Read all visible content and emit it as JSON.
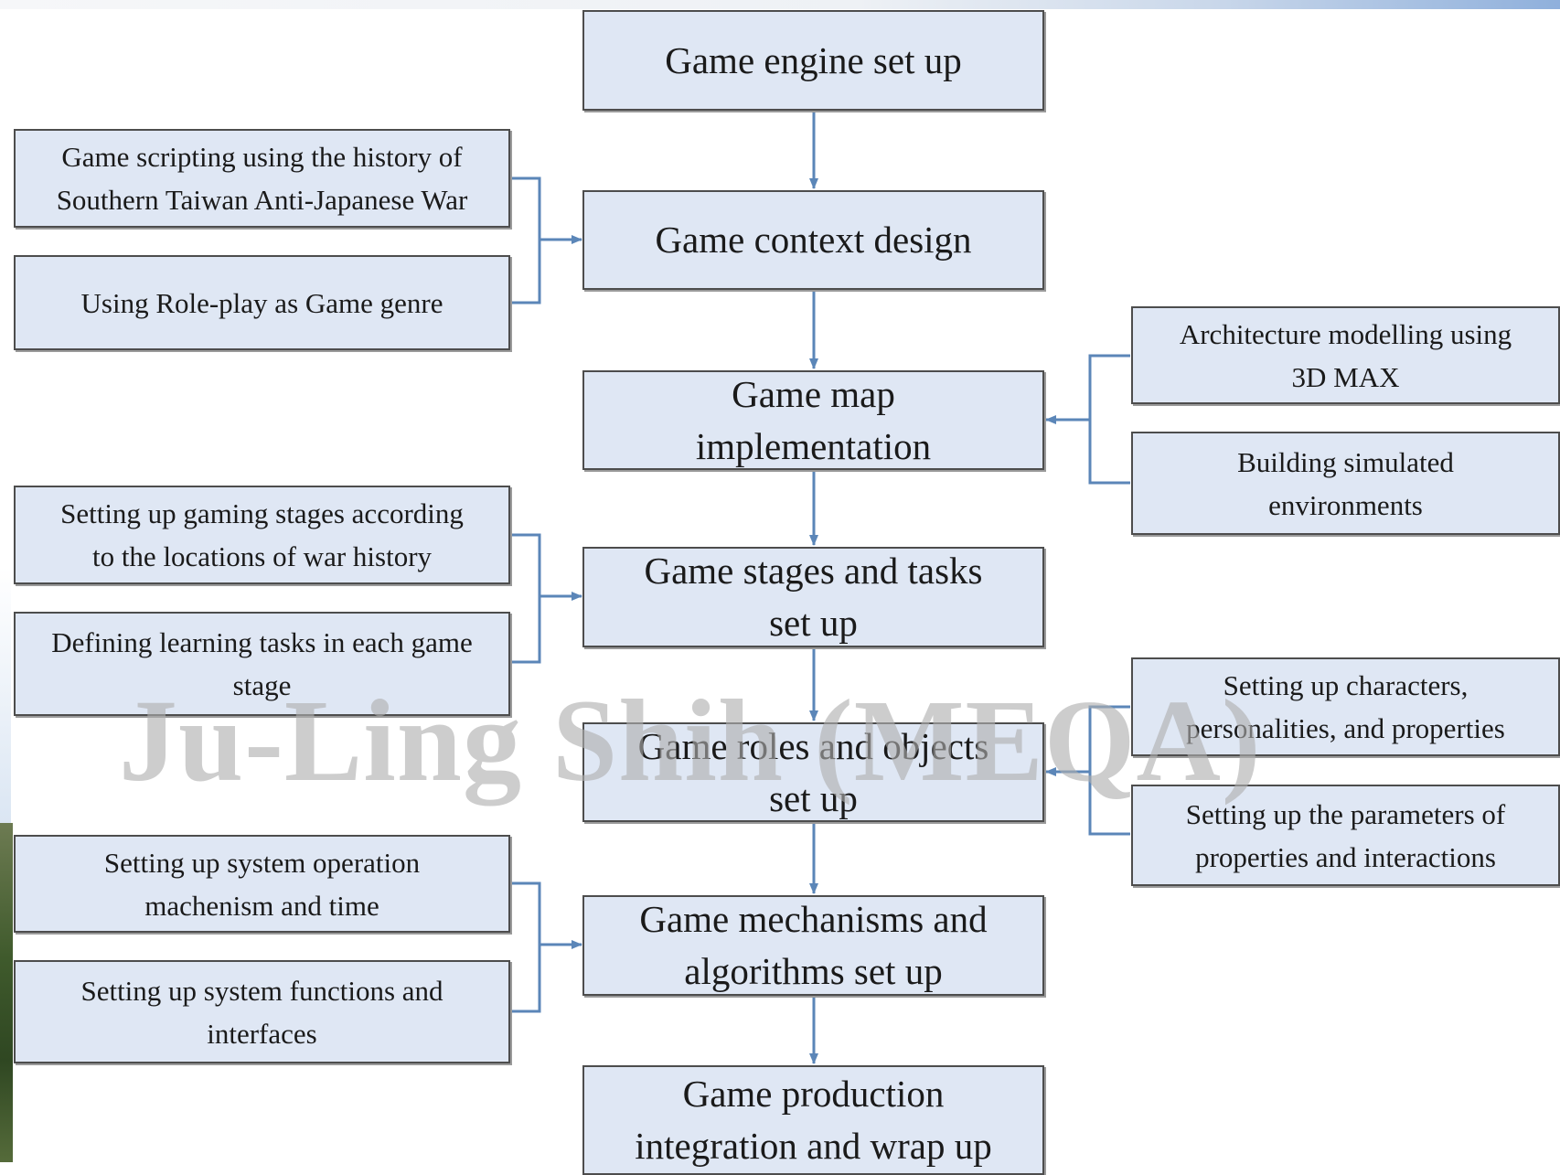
{
  "diagram": {
    "main_steps": [
      "Game engine set up",
      "Game context design",
      "Game map\nimplementation",
      "Game stages and tasks\nset up",
      "Game roles and objects\nset up",
      "Game mechanisms and\nalgorithms set up",
      "Game production\nintegration and wrap up"
    ],
    "context_inputs": [
      "Game scripting using the history of\nSouthern Taiwan Anti-Japanese War",
      "Using Role-play as Game genre"
    ],
    "map_inputs": [
      "Architecture modelling using\n3D MAX",
      "Building simulated\nenvironments"
    ],
    "stage_inputs": [
      "Setting up gaming stages according\nto the locations of war history",
      "Defining learning tasks in each game\nstage"
    ],
    "role_inputs": [
      "Setting up characters,\npersonalities, and properties",
      "Setting up the parameters of\nproperties and interactions"
    ],
    "mechanism_inputs": [
      "Setting up system operation\nmachenism and time",
      "Setting up system functions and\ninterfaces"
    ]
  },
  "watermark": "Ju-Ling Shih (MEQA)",
  "colors": {
    "box_fill": "#dfe7f4",
    "box_border": "#4d4d4d",
    "arrow": "#5b86b8"
  }
}
